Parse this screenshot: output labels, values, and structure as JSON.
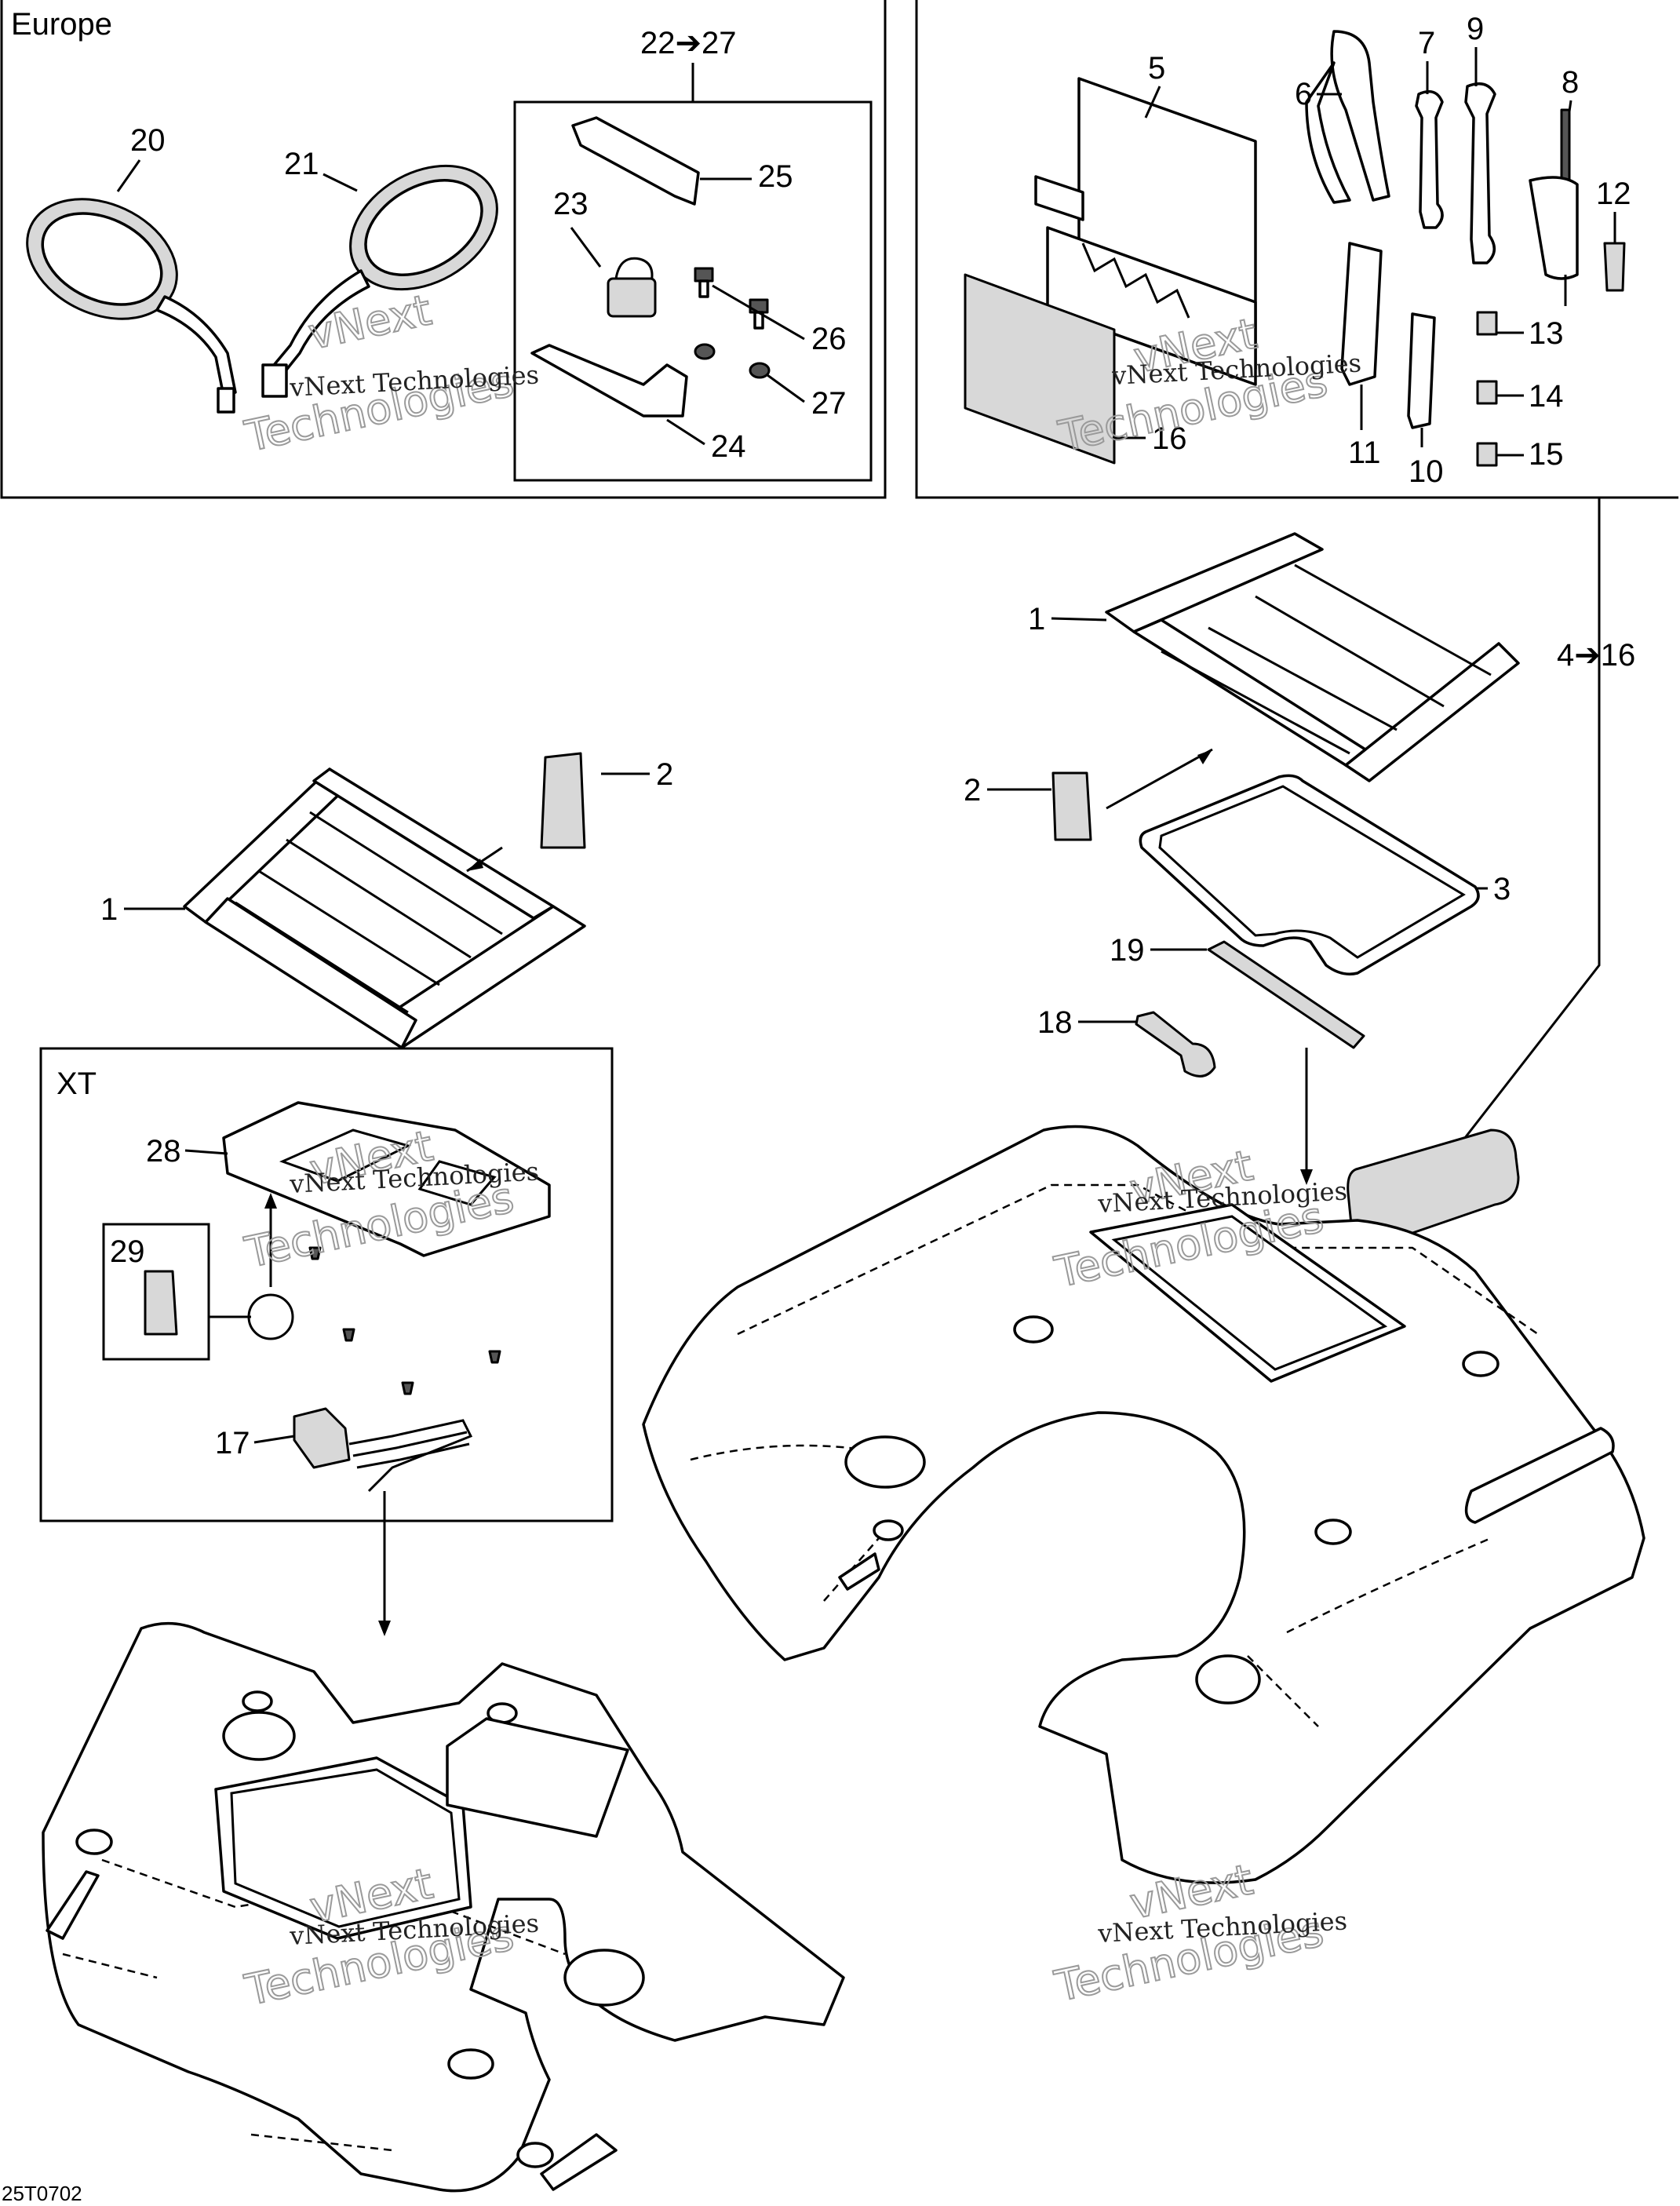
{
  "sections": {
    "europe": "Europe",
    "xt": "XT",
    "kit_22_27": "22➔27",
    "kit_4_16": "4➔16"
  },
  "callouts": {
    "c1a": "1",
    "c1b": "1",
    "c2a": "2",
    "c2b": "2",
    "c3": "3",
    "c5": "5",
    "c6": "6",
    "c7": "7",
    "c8": "8",
    "c9": "9",
    "c10": "10",
    "c11": "11",
    "c12": "12",
    "c13": "13",
    "c14": "14",
    "c15": "15",
    "c16": "16",
    "c17": "17",
    "c18": "18",
    "c19": "19",
    "c20": "20",
    "c21": "21",
    "c23": "23",
    "c24": "24",
    "c25": "25",
    "c26": "26",
    "c27": "27",
    "c28": "28",
    "c29": "29"
  },
  "watermark": {
    "line1": "vNext Technologies",
    "line2": "vNext",
    "line3": "Technologies"
  },
  "drawing_ref": "25T0702"
}
